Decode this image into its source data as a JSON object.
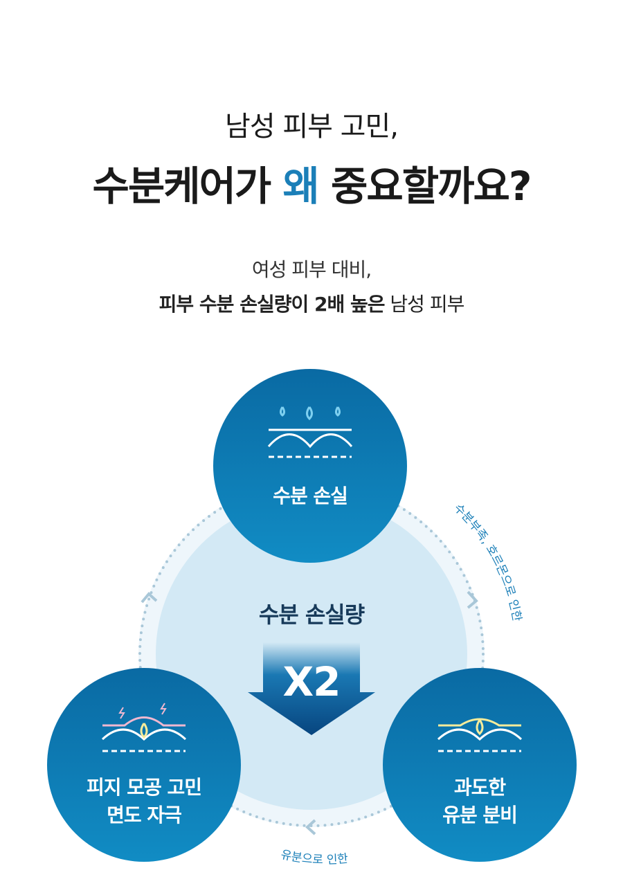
{
  "header": {
    "subtitle": "남성 피부 고민,",
    "title_before": "수분케어가 ",
    "title_highlight": "왜",
    "title_after": " 중요할까요?"
  },
  "description": {
    "line1": "여성 피부 대비,",
    "line2_bold": "피부 수분 손실량이 2배 높은",
    "line2_rest": " 남성 피부"
  },
  "diagram": {
    "center_label": "수분 손실량",
    "multiplier": "X2",
    "top": {
      "label": "수분 손실"
    },
    "right": {
      "line1": "과도한",
      "line2": "유분 분비"
    },
    "left": {
      "line1": "피지 모공 고민",
      "line2": "면도 자극"
    },
    "arc_right": "수분부족, 호르몬으로 인한",
    "arc_bottom": "유분으로 인한"
  },
  "colors": {
    "accent": "#1b7fb8",
    "circle": "#0e78b0",
    "center": "#d3e9f5"
  }
}
